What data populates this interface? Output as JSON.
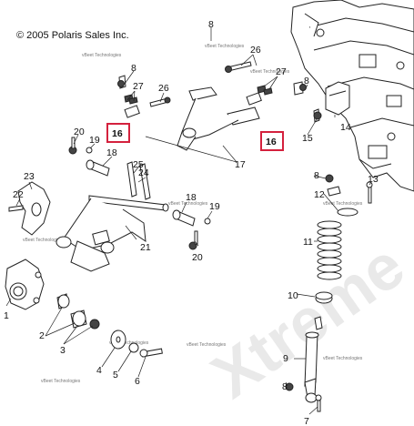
{
  "copyright": "© 2005 Polaris Sales Inc.",
  "watermark_small": "vBeet Technologies",
  "watermark_large": "Xtreme",
  "callouts": [
    {
      "id": "c1",
      "label": "1",
      "highlight": false
    },
    {
      "id": "c2",
      "label": "2",
      "highlight": false
    },
    {
      "id": "c3",
      "label": "3",
      "highlight": false
    },
    {
      "id": "c4",
      "label": "4",
      "highlight": false
    },
    {
      "id": "c5",
      "label": "5",
      "highlight": false
    },
    {
      "id": "c6",
      "label": "6",
      "highlight": false
    },
    {
      "id": "c7",
      "label": "7",
      "highlight": false
    },
    {
      "id": "c8a",
      "label": "8",
      "highlight": false
    },
    {
      "id": "c8b",
      "label": "8",
      "highlight": false
    },
    {
      "id": "c8c",
      "label": "8",
      "highlight": false
    },
    {
      "id": "c8d",
      "label": "8",
      "highlight": false
    },
    {
      "id": "c8e",
      "label": "8",
      "highlight": false
    },
    {
      "id": "c9",
      "label": "9",
      "highlight": false
    },
    {
      "id": "c10",
      "label": "10",
      "highlight": false
    },
    {
      "id": "c11",
      "label": "11",
      "highlight": false
    },
    {
      "id": "c12",
      "label": "12",
      "highlight": false
    },
    {
      "id": "c13",
      "label": "13",
      "highlight": false
    },
    {
      "id": "c14",
      "label": "14",
      "highlight": false
    },
    {
      "id": "c15",
      "label": "15",
      "highlight": false
    },
    {
      "id": "c16a",
      "label": "16",
      "highlight": true
    },
    {
      "id": "c16b",
      "label": "16",
      "highlight": true
    },
    {
      "id": "c17",
      "label": "17",
      "highlight": false
    },
    {
      "id": "c18a",
      "label": "18",
      "highlight": false
    },
    {
      "id": "c18b",
      "label": "18",
      "highlight": false
    },
    {
      "id": "c19a",
      "label": "19",
      "highlight": false
    },
    {
      "id": "c19b",
      "label": "19",
      "highlight": false
    },
    {
      "id": "c20a",
      "label": "20",
      "highlight": false
    },
    {
      "id": "c20b",
      "label": "20",
      "highlight": false
    },
    {
      "id": "c21",
      "label": "21",
      "highlight": false
    },
    {
      "id": "c22",
      "label": "22",
      "highlight": false
    },
    {
      "id": "c23",
      "label": "23",
      "highlight": false
    },
    {
      "id": "c24",
      "label": "24",
      "highlight": false
    },
    {
      "id": "c25",
      "label": "25",
      "highlight": false
    },
    {
      "id": "c26a",
      "label": "26",
      "highlight": false
    },
    {
      "id": "c26b",
      "label": "26",
      "highlight": false
    },
    {
      "id": "c27a",
      "label": "27",
      "highlight": false
    },
    {
      "id": "c27b",
      "label": "27",
      "highlight": false
    }
  ]
}
